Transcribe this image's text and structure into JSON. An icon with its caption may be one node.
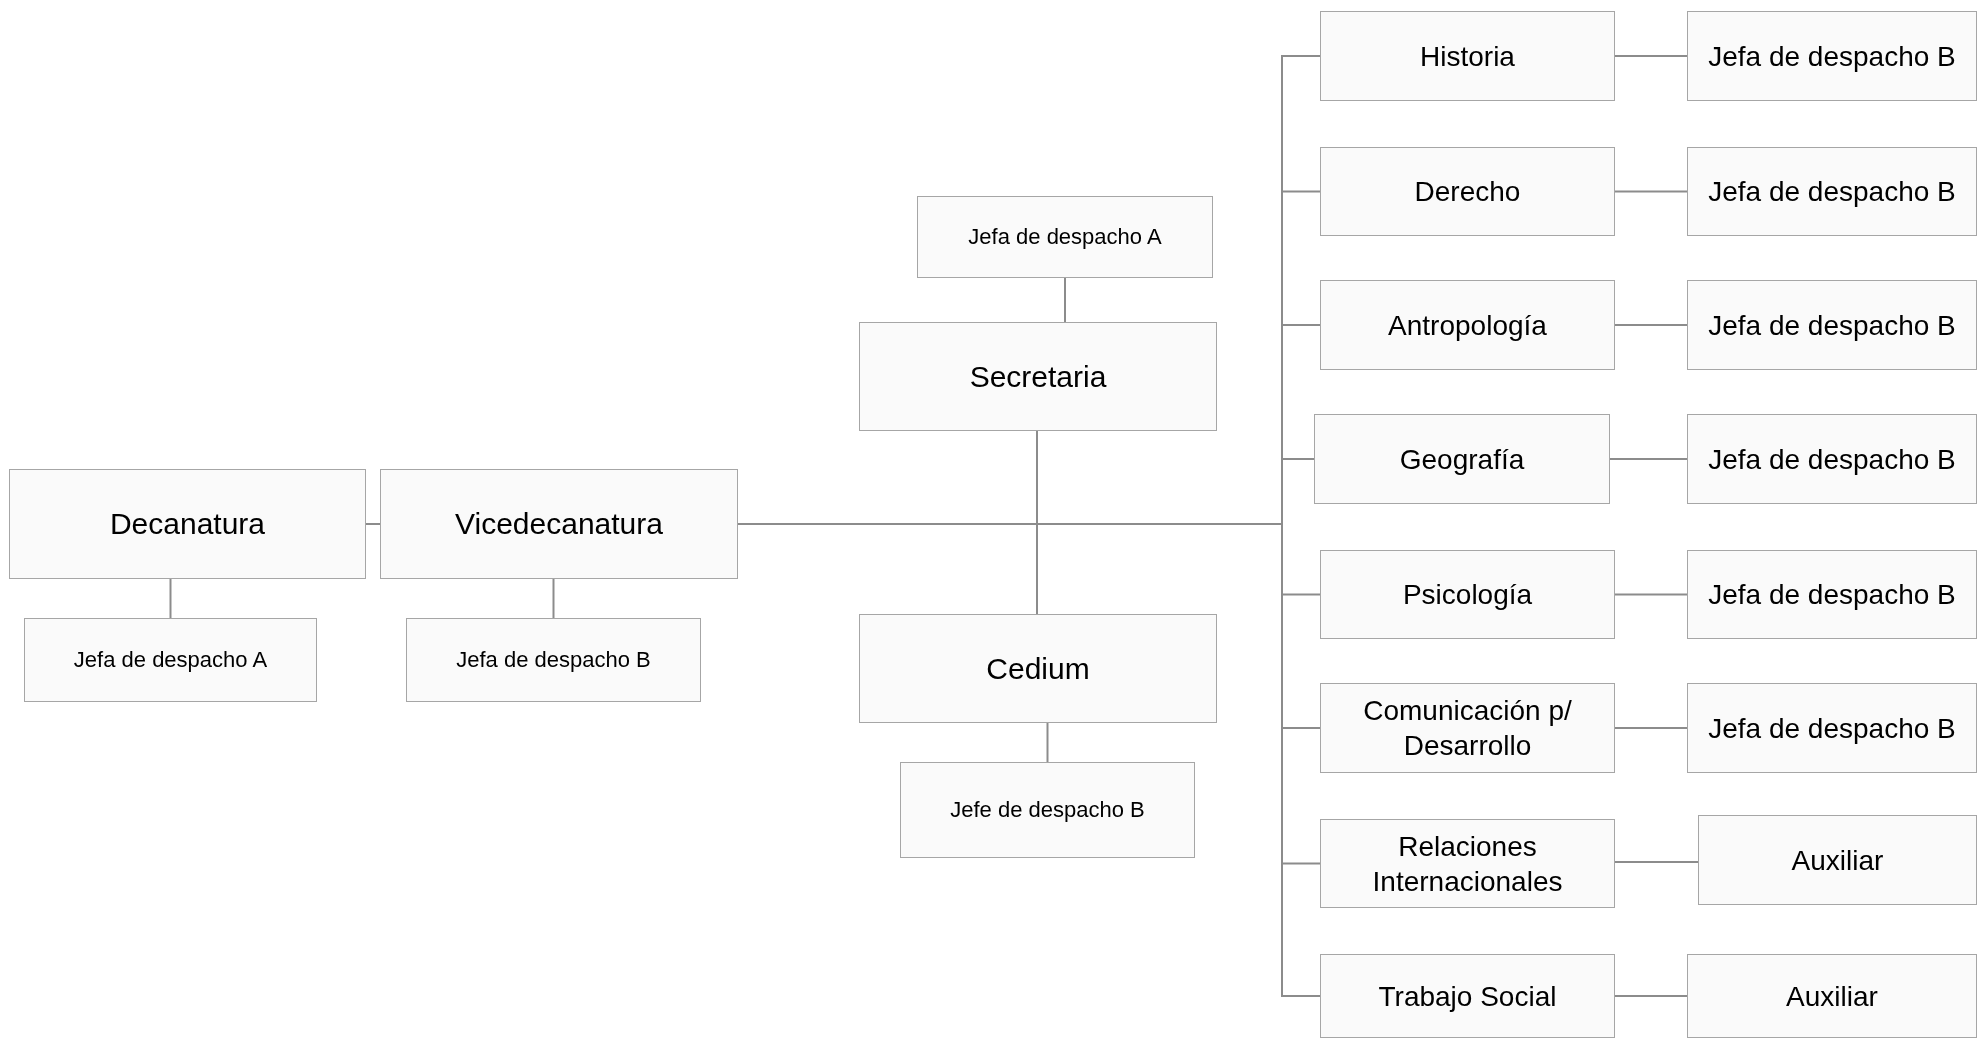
{
  "diagram": {
    "nodes": [
      {
        "text": [
          "Decanatura"
        ]
      },
      {
        "text": [
          "Jefa de despacho A"
        ]
      },
      {
        "text": [
          "Vicedecanatura"
        ]
      },
      {
        "text": [
          "Jefa de despacho B"
        ]
      },
      {
        "text": [
          "Jefa de despacho A"
        ]
      },
      {
        "text": [
          "Secretaria"
        ]
      },
      {
        "text": [
          "Cedium"
        ]
      },
      {
        "text": [
          "Jefe de despacho B"
        ]
      },
      {
        "text": [
          "Historia"
        ]
      },
      {
        "text": [
          "Jefa de despacho B"
        ]
      },
      {
        "text": [
          "Derecho"
        ]
      },
      {
        "text": [
          "Jefa de despacho B"
        ]
      },
      {
        "text": [
          "Antropología"
        ]
      },
      {
        "text": [
          "Jefa de despacho B"
        ]
      },
      {
        "text": [
          "Geografía"
        ]
      },
      {
        "text": [
          "Jefa de despacho B"
        ]
      },
      {
        "text": [
          "Psicología"
        ]
      },
      {
        "text": [
          "Jefa de despacho B"
        ]
      },
      {
        "text": [
          "Comunicación p/ Desarrollo"
        ]
      },
      {
        "text": [
          "Jefa de despacho B"
        ]
      },
      {
        "text": [
          "Relaciones Internacionales"
        ]
      },
      {
        "text": [
          "Auxiliar"
        ]
      },
      {
        "text": [
          "Trabajo Social"
        ]
      },
      {
        "text": [
          "Auxiliar"
        ]
      }
    ],
    "edges": [
      {
        "from": 0,
        "to": 1,
        "arrow": "none"
      },
      {
        "from": 0,
        "to": 2,
        "arrow": "none"
      },
      {
        "from": 2,
        "to": 3,
        "arrow": "none"
      },
      {
        "from": 4,
        "to": 5,
        "arrow": "none"
      },
      {
        "from": 2,
        "to": 5,
        "arrow": "none"
      },
      {
        "from": 2,
        "to": 6,
        "arrow": "none"
      },
      {
        "from": 6,
        "to": 7,
        "arrow": "none"
      },
      {
        "from": 2,
        "to": 8,
        "arrow": "none"
      },
      {
        "from": 2,
        "to": 10,
        "arrow": "none"
      },
      {
        "from": 2,
        "to": 12,
        "arrow": "none"
      },
      {
        "from": 2,
        "to": 14,
        "arrow": "none"
      },
      {
        "from": 2,
        "to": 16,
        "arrow": "none"
      },
      {
        "from": 2,
        "to": 18,
        "arrow": "none"
      },
      {
        "from": 2,
        "to": 20,
        "arrow": "none"
      },
      {
        "from": 2,
        "to": 22,
        "arrow": "none"
      },
      {
        "from": 8,
        "to": 9,
        "arrow": "none"
      },
      {
        "from": 10,
        "to": 11,
        "arrow": "none"
      },
      {
        "from": 12,
        "to": 13,
        "arrow": "none"
      },
      {
        "from": 14,
        "to": 15,
        "arrow": "none"
      },
      {
        "from": 16,
        "to": 17,
        "arrow": "none"
      },
      {
        "from": 18,
        "to": 19,
        "arrow": "none"
      },
      {
        "from": 20,
        "to": 21,
        "arrow": "none"
      },
      {
        "from": 22,
        "to": 23,
        "arrow": "none"
      }
    ]
  }
}
